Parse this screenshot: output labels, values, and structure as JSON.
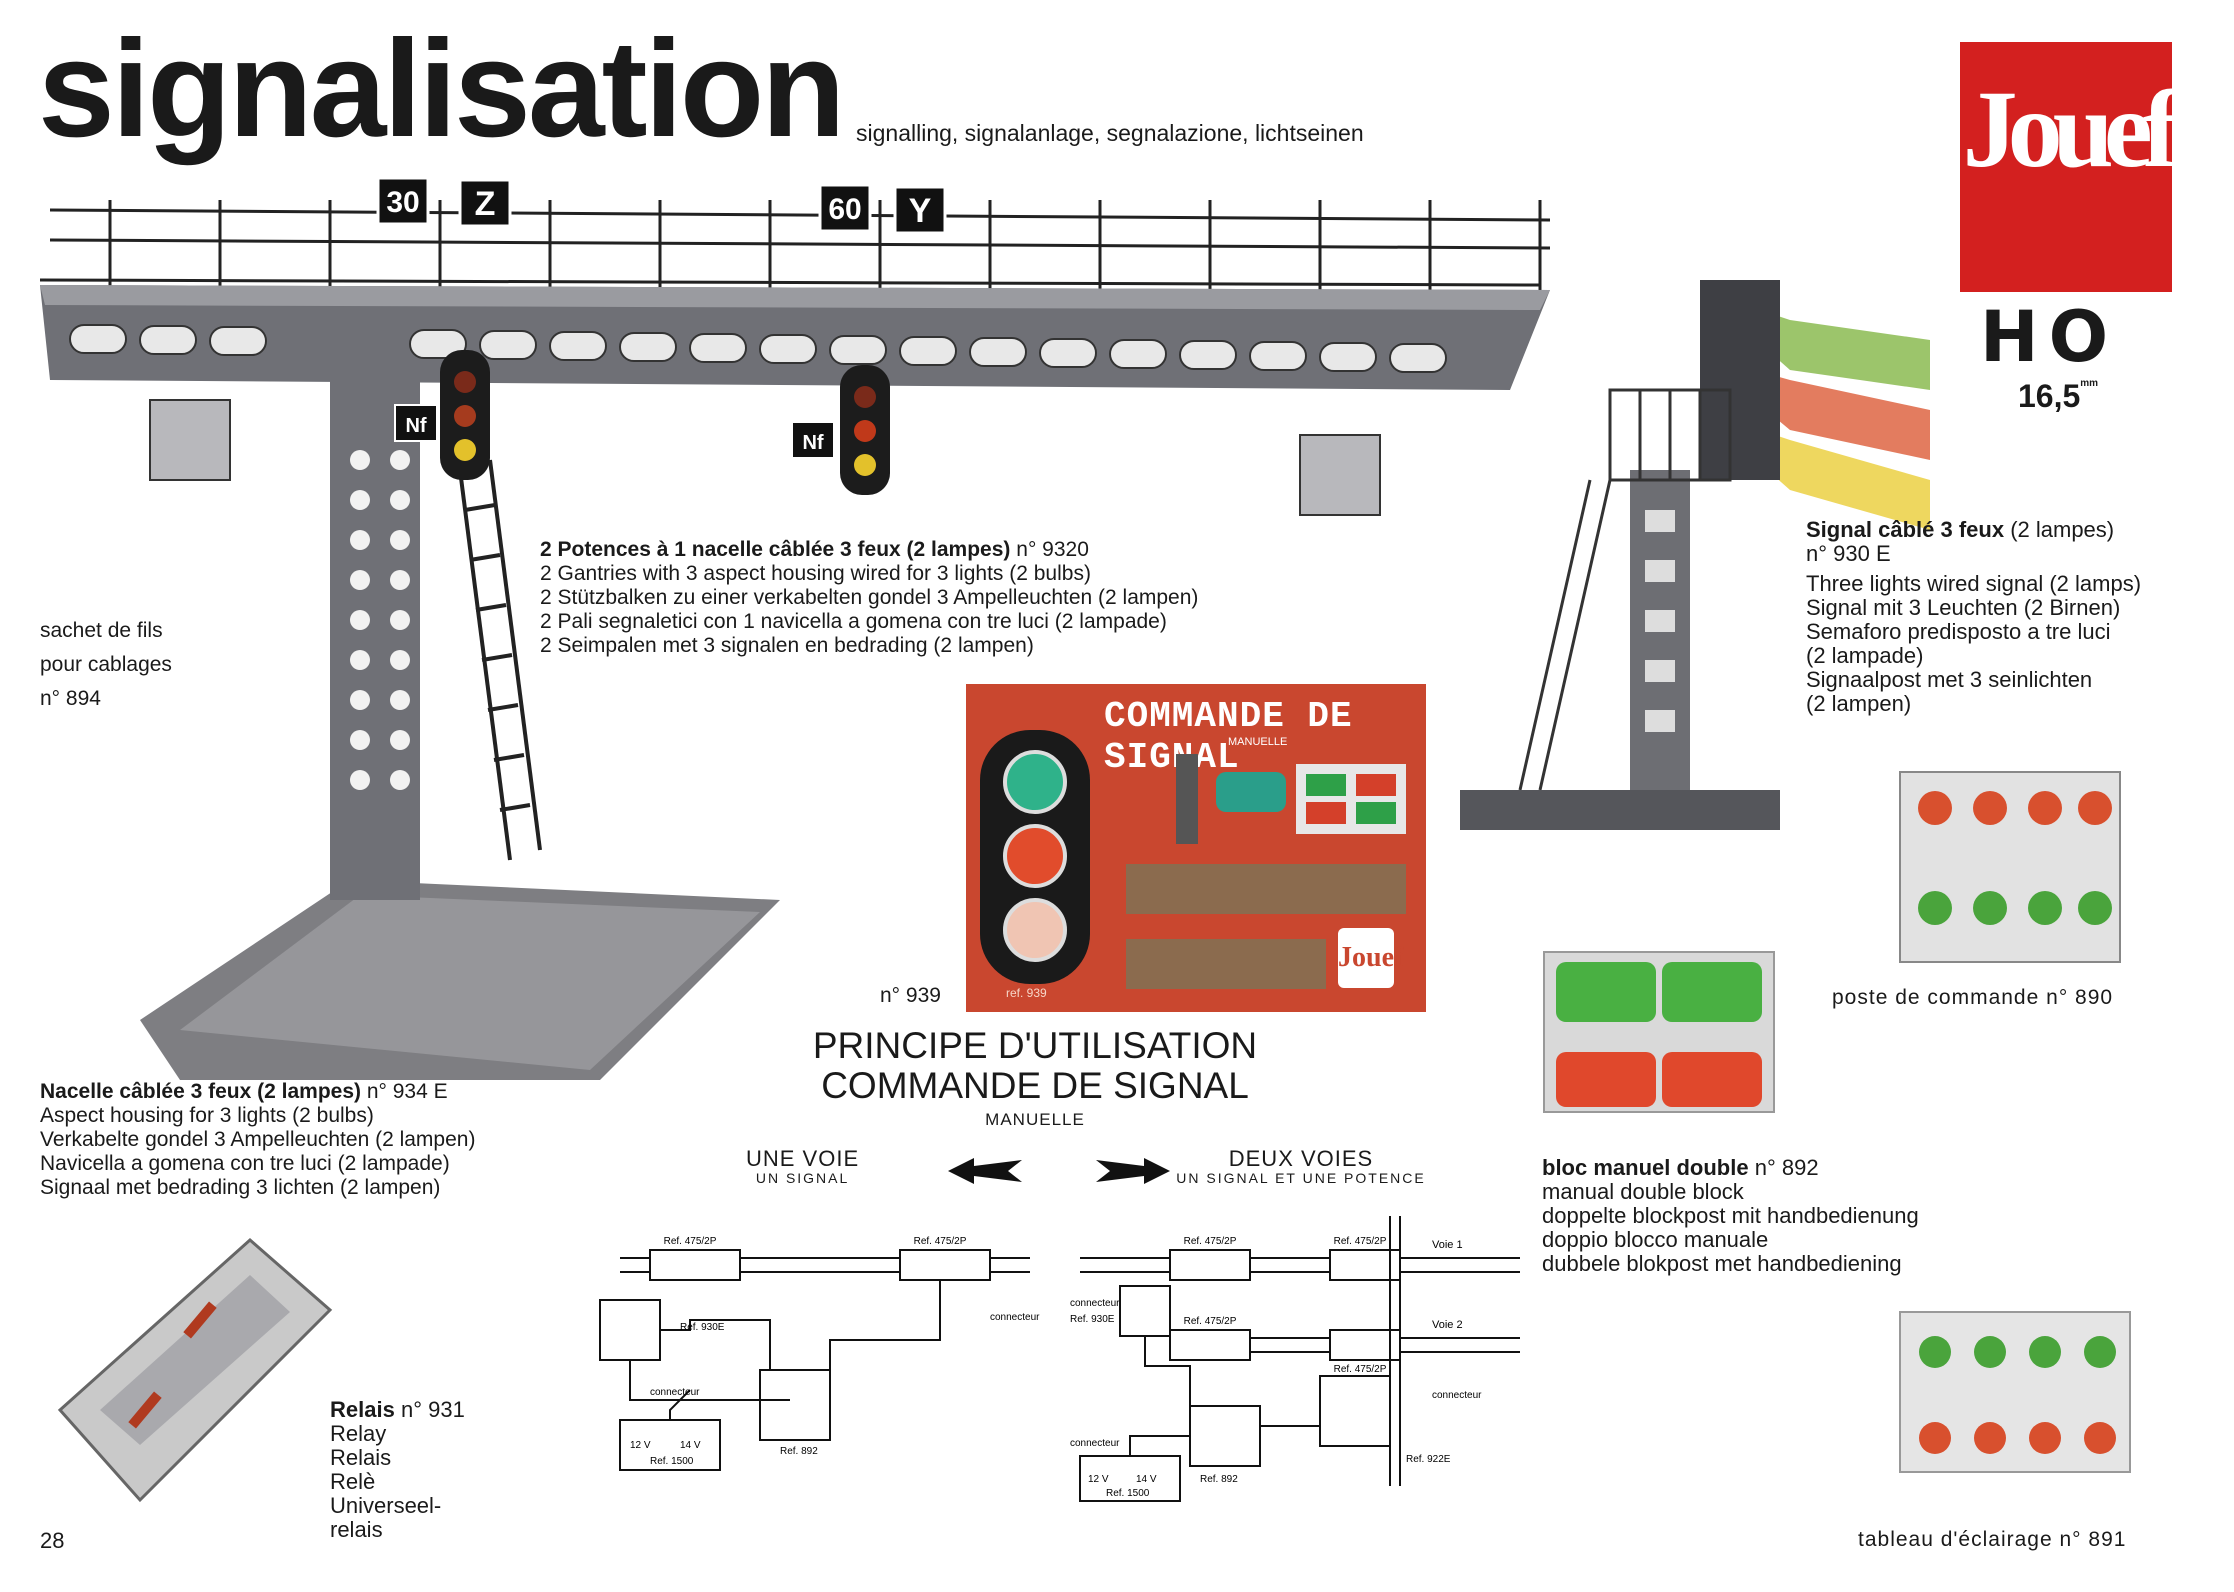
{
  "header": {
    "title": "signalisation",
    "subtitle": "signalling, signalanlage, segnalazione, lichtseinen"
  },
  "brand": {
    "logo_text": "Jouef",
    "scale": "HO",
    "gauge": "16,5",
    "gauge_unit": "mm",
    "color": "#d3201f"
  },
  "gantry_signs": {
    "speed1": "30",
    "letter1": "Z",
    "speed2": "60",
    "letter2": "Y",
    "plate1": "Nf",
    "plate2": "Nf"
  },
  "gantry": {
    "title": "2 Potences à 1 nacelle câblée 3 feux (2 lampes)",
    "ref": "n° 9320",
    "lines": [
      "2 Gantries with 3 aspect housing wired for 3 lights (2 bulbs)",
      "2 Stützbalken zu einer verkabelten gondel 3 Ampelleuchten (2 lampen)",
      "2 Pali segnaletici con 1 navicella a gomena con tre luci (2 lampade)",
      "2 Seimpalen met 3 signalen en bedrading (2 lampen)"
    ]
  },
  "sachet": {
    "line1": "sachet de fils",
    "line2": "pour cablages",
    "ref": "n° 894"
  },
  "nacelle": {
    "title": "Nacelle câblée 3 feux (2 lampes)",
    "ref": "n° 934 E",
    "lines": [
      "Aspect housing for 3 lights (2 bulbs)",
      "Verkabelte gondel 3 Ampelleuchten (2 lampen)",
      "Navicella a gomena con tre luci (2 lampade)",
      "Signaal met bedrading 3 lichten (2 lampen)"
    ]
  },
  "relais": {
    "title": "Relais",
    "ref": "n° 931",
    "lines": [
      "Relay",
      "Relais",
      "Relè",
      "Universeel-",
      "relais"
    ]
  },
  "signal_930": {
    "title": "Signal câblé 3 feux",
    "title_suffix": "(2 lampes)",
    "ref": "n° 930 E",
    "lines": [
      "Three lights wired signal (2 lamps)",
      "Signal mit 3 Leuchten (2 Birnen)",
      "Semaforo predisposto a tre luci",
      "(2 lampade)",
      "Signaalpost met 3 seinlichten",
      "(2 lampen)"
    ]
  },
  "poste": {
    "label": "poste de commande",
    "ref": "n° 890"
  },
  "bloc": {
    "title": "bloc manuel double",
    "ref": "n° 892",
    "lines": [
      "manual double block",
      "doppelte blockpost mit handbedienung",
      "doppio blocco manuale",
      "dubbele blokpost met handbediening"
    ]
  },
  "tableau": {
    "label": "tableau d'éclairage",
    "ref": "n° 891"
  },
  "command_box": {
    "title": "COMMANDE DE SIGNAL",
    "subtitle": "MANUELLE",
    "box_ref": "ref. 939",
    "logo": "Jouef",
    "ref": "n° 939",
    "bg_color": "#c9472f"
  },
  "principle": {
    "line1": "PRINCIPE D'UTILISATION",
    "line2": "COMMANDE DE SIGNAL",
    "line3": "MANUELLE"
  },
  "une_voie": {
    "title": "UNE VOIE",
    "sub": "UN SIGNAL"
  },
  "deux_voies": {
    "title": "DEUX VOIES",
    "sub": "UN SIGNAL ET UNE POTENCE"
  },
  "diagram_left": {
    "rail1": "Ref. 475/2P",
    "rail2": "Ref. 475/2P",
    "signal": "Ref. 930E",
    "connector_right": "connecteur",
    "connector_bottom": "connecteur",
    "transformer_v1": "12 V",
    "transformer_v2": "14 V",
    "transformer_ref": "Ref. 1500",
    "bloc_ref": "Ref. 892"
  },
  "diagram_right": {
    "rail_top1": "Ref. 475/2P",
    "rail_top2": "Ref. 475/2P",
    "rail_mid": "Ref. 475/2P",
    "rail_mid2": "Ref. 475/2P",
    "connector_left": "connecteur",
    "signal_ref": "Ref. 930E",
    "voie1": "Voie 1",
    "voie2": "Voie 2",
    "connector_right": "connecteur",
    "connector_bottom": "connecteur",
    "transformer_v1": "12 V",
    "transformer_v2": "14 V",
    "transformer_ref": "Ref. 1500",
    "bloc_ref": "Ref. 892",
    "gantry_ref": "Ref. 922E"
  },
  "page": {
    "number": "28"
  }
}
